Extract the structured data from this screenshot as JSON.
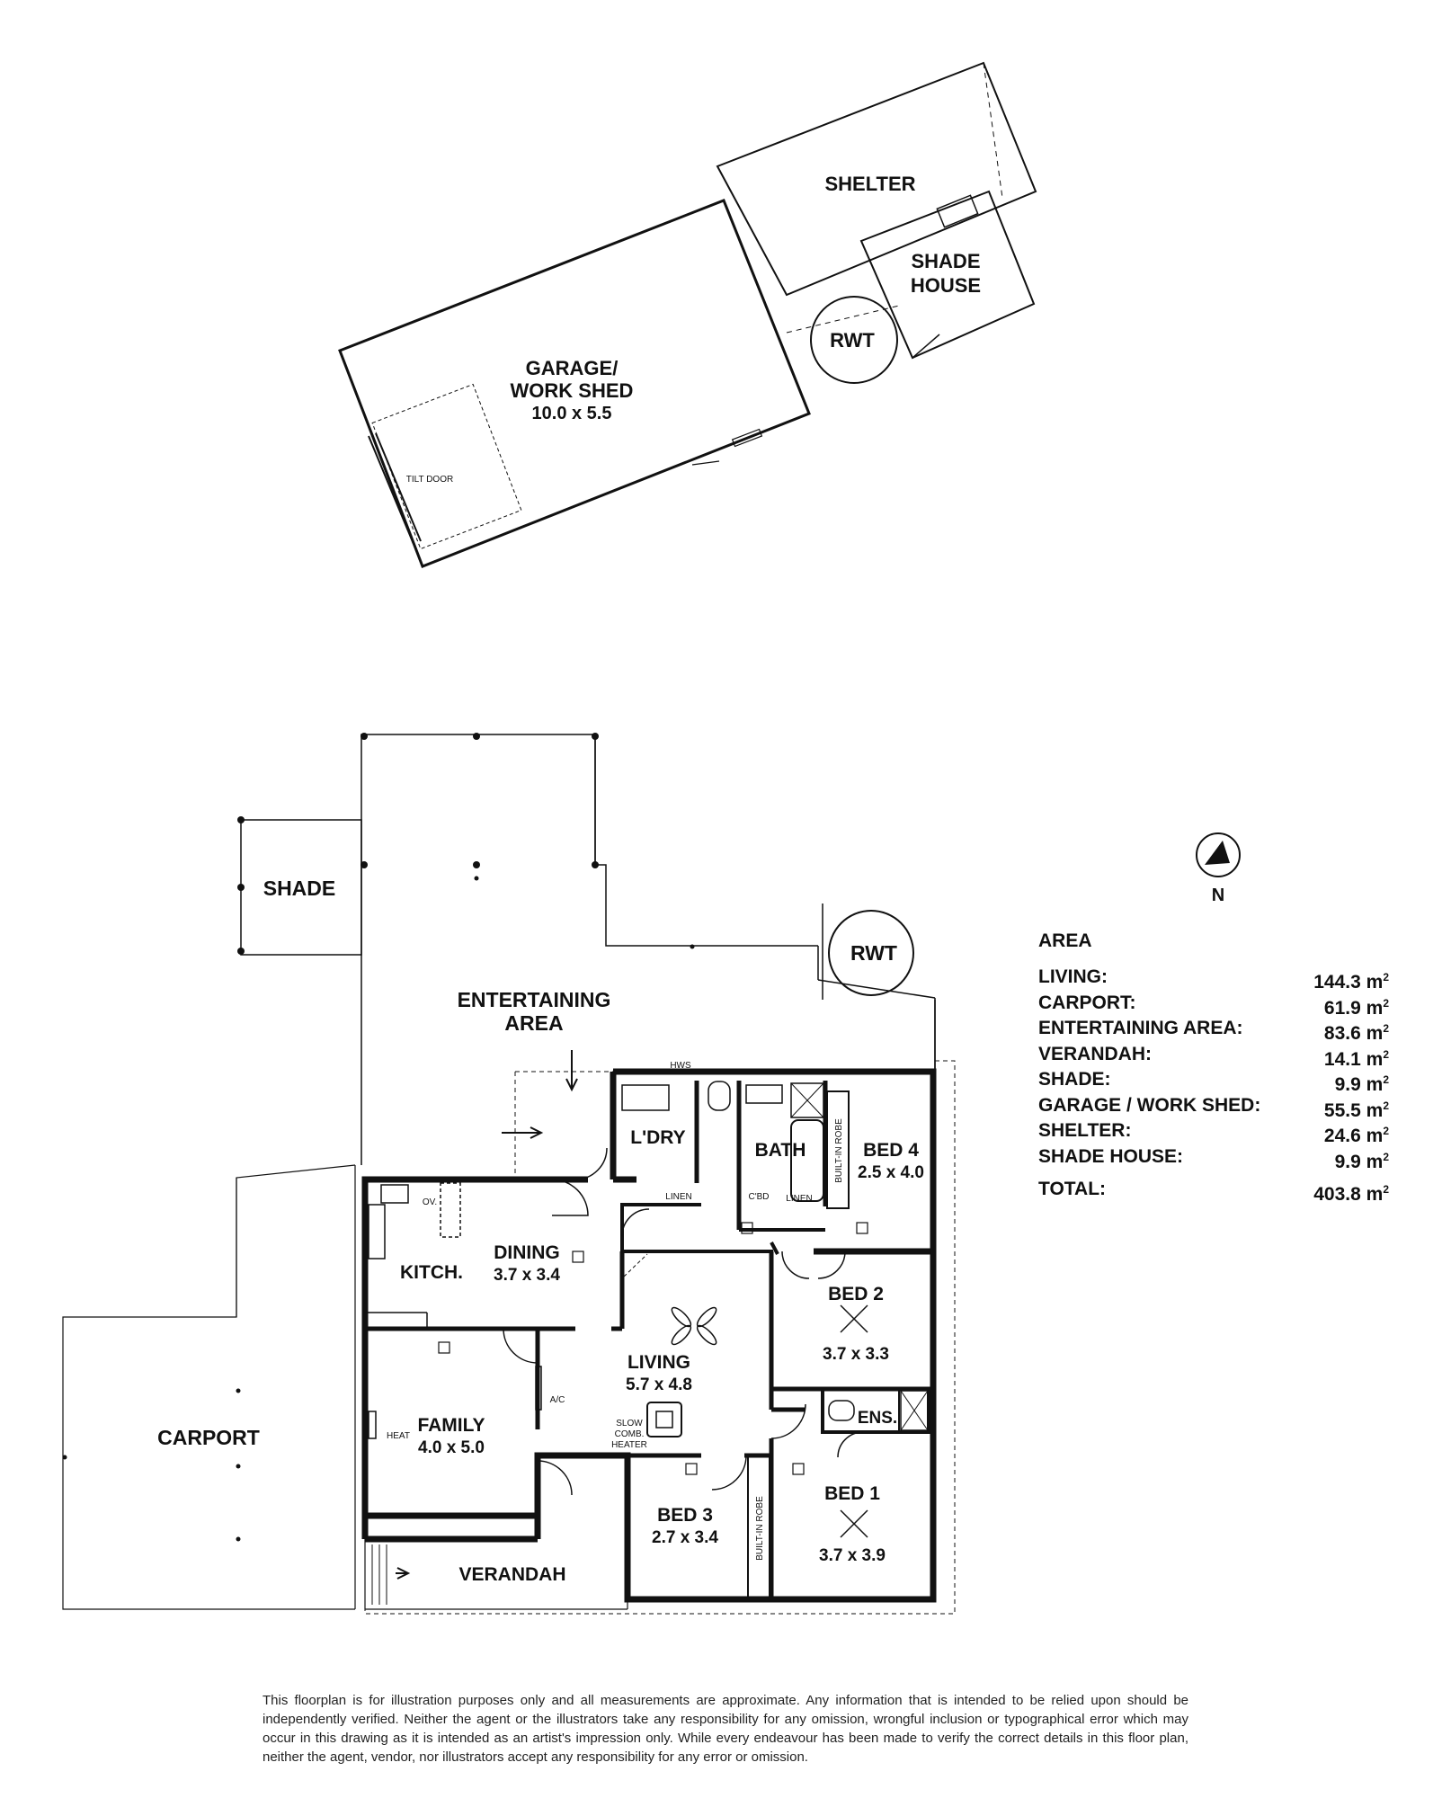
{
  "outbuildings": {
    "shelter": "SHELTER",
    "shade_house_line1": "SHADE",
    "shade_house_line2": "HOUSE",
    "rwt": "RWT",
    "garage_line1": "GARAGE/",
    "garage_line2": "WORK SHED",
    "garage_dims": "10.0 x 5.5",
    "tilt_door": "TILT DOOR"
  },
  "house": {
    "shade": "SHADE",
    "rwt": "RWT",
    "entertaining_line1": "ENTERTAINING",
    "entertaining_line2": "AREA",
    "hws": "HWS",
    "laundry": "L'DRY",
    "linen": "LINEN",
    "bath": "BATH",
    "cbd": "C'BD",
    "linen2": "LINEN",
    "built_in_robe": "BUILT-IN ROBE",
    "bed4": "BED 4",
    "bed4_dims": "2.5 x 4.0",
    "ov": "OV.",
    "kitchen": "KITCH.",
    "dining": "DINING",
    "dining_dims": "3.7 x 3.4",
    "bed2": "BED 2",
    "bed2_dims": "3.7 x 3.3",
    "living": "LIVING",
    "living_dims": "5.7 x 4.8",
    "ac": "A/C",
    "family": "FAMILY",
    "family_dims": "4.0 x 5.0",
    "heat": "HEAT",
    "heater_line1": "SLOW",
    "heater_line2": "COMB.",
    "heater_line3": "HEATER",
    "ens": "ENS.",
    "bed1": "BED 1",
    "bed1_dims": "3.7 x 3.9",
    "bed3": "BED 3",
    "bed3_dims": "2.7 x 3.4",
    "built_in_robe2": "BUILT-IN ROBE",
    "carport": "CARPORT",
    "verandah": "VERANDAH",
    "north": "N"
  },
  "area": {
    "title": "AREA",
    "rows": [
      {
        "label": "LIVING:",
        "value": "144.3 m"
      },
      {
        "label": "CARPORT:",
        "value": "61.9 m"
      },
      {
        "label": "ENTERTAINING AREA:",
        "value": "83.6 m"
      },
      {
        "label": "VERANDAH:",
        "value": "14.1 m"
      },
      {
        "label": "SHADE:",
        "value": "9.9 m"
      },
      {
        "label": "GARAGE / WORK SHED:",
        "value": "55.5 m"
      },
      {
        "label": "SHELTER:",
        "value": "24.6 m"
      },
      {
        "label": "SHADE HOUSE:",
        "value": "9.9 m"
      }
    ],
    "total_label": "TOTAL:",
    "total_value": "403.8 m",
    "unit_sup": "2"
  },
  "disclaimer": "This floorplan is for illustration purposes only and all measurements are approximate. Any information that is intended to be relied upon should be independently verified. Neither the agent or the illustrators take any responsibility for any omission, wrongful inclusion or typographical error which may occur in this drawing as it is intended as an artist's impression only. While every endeavour has been made to verify the correct details in this floor plan, neither the agent, vendor, nor illustrators accept any responsibility for any error or omission."
}
